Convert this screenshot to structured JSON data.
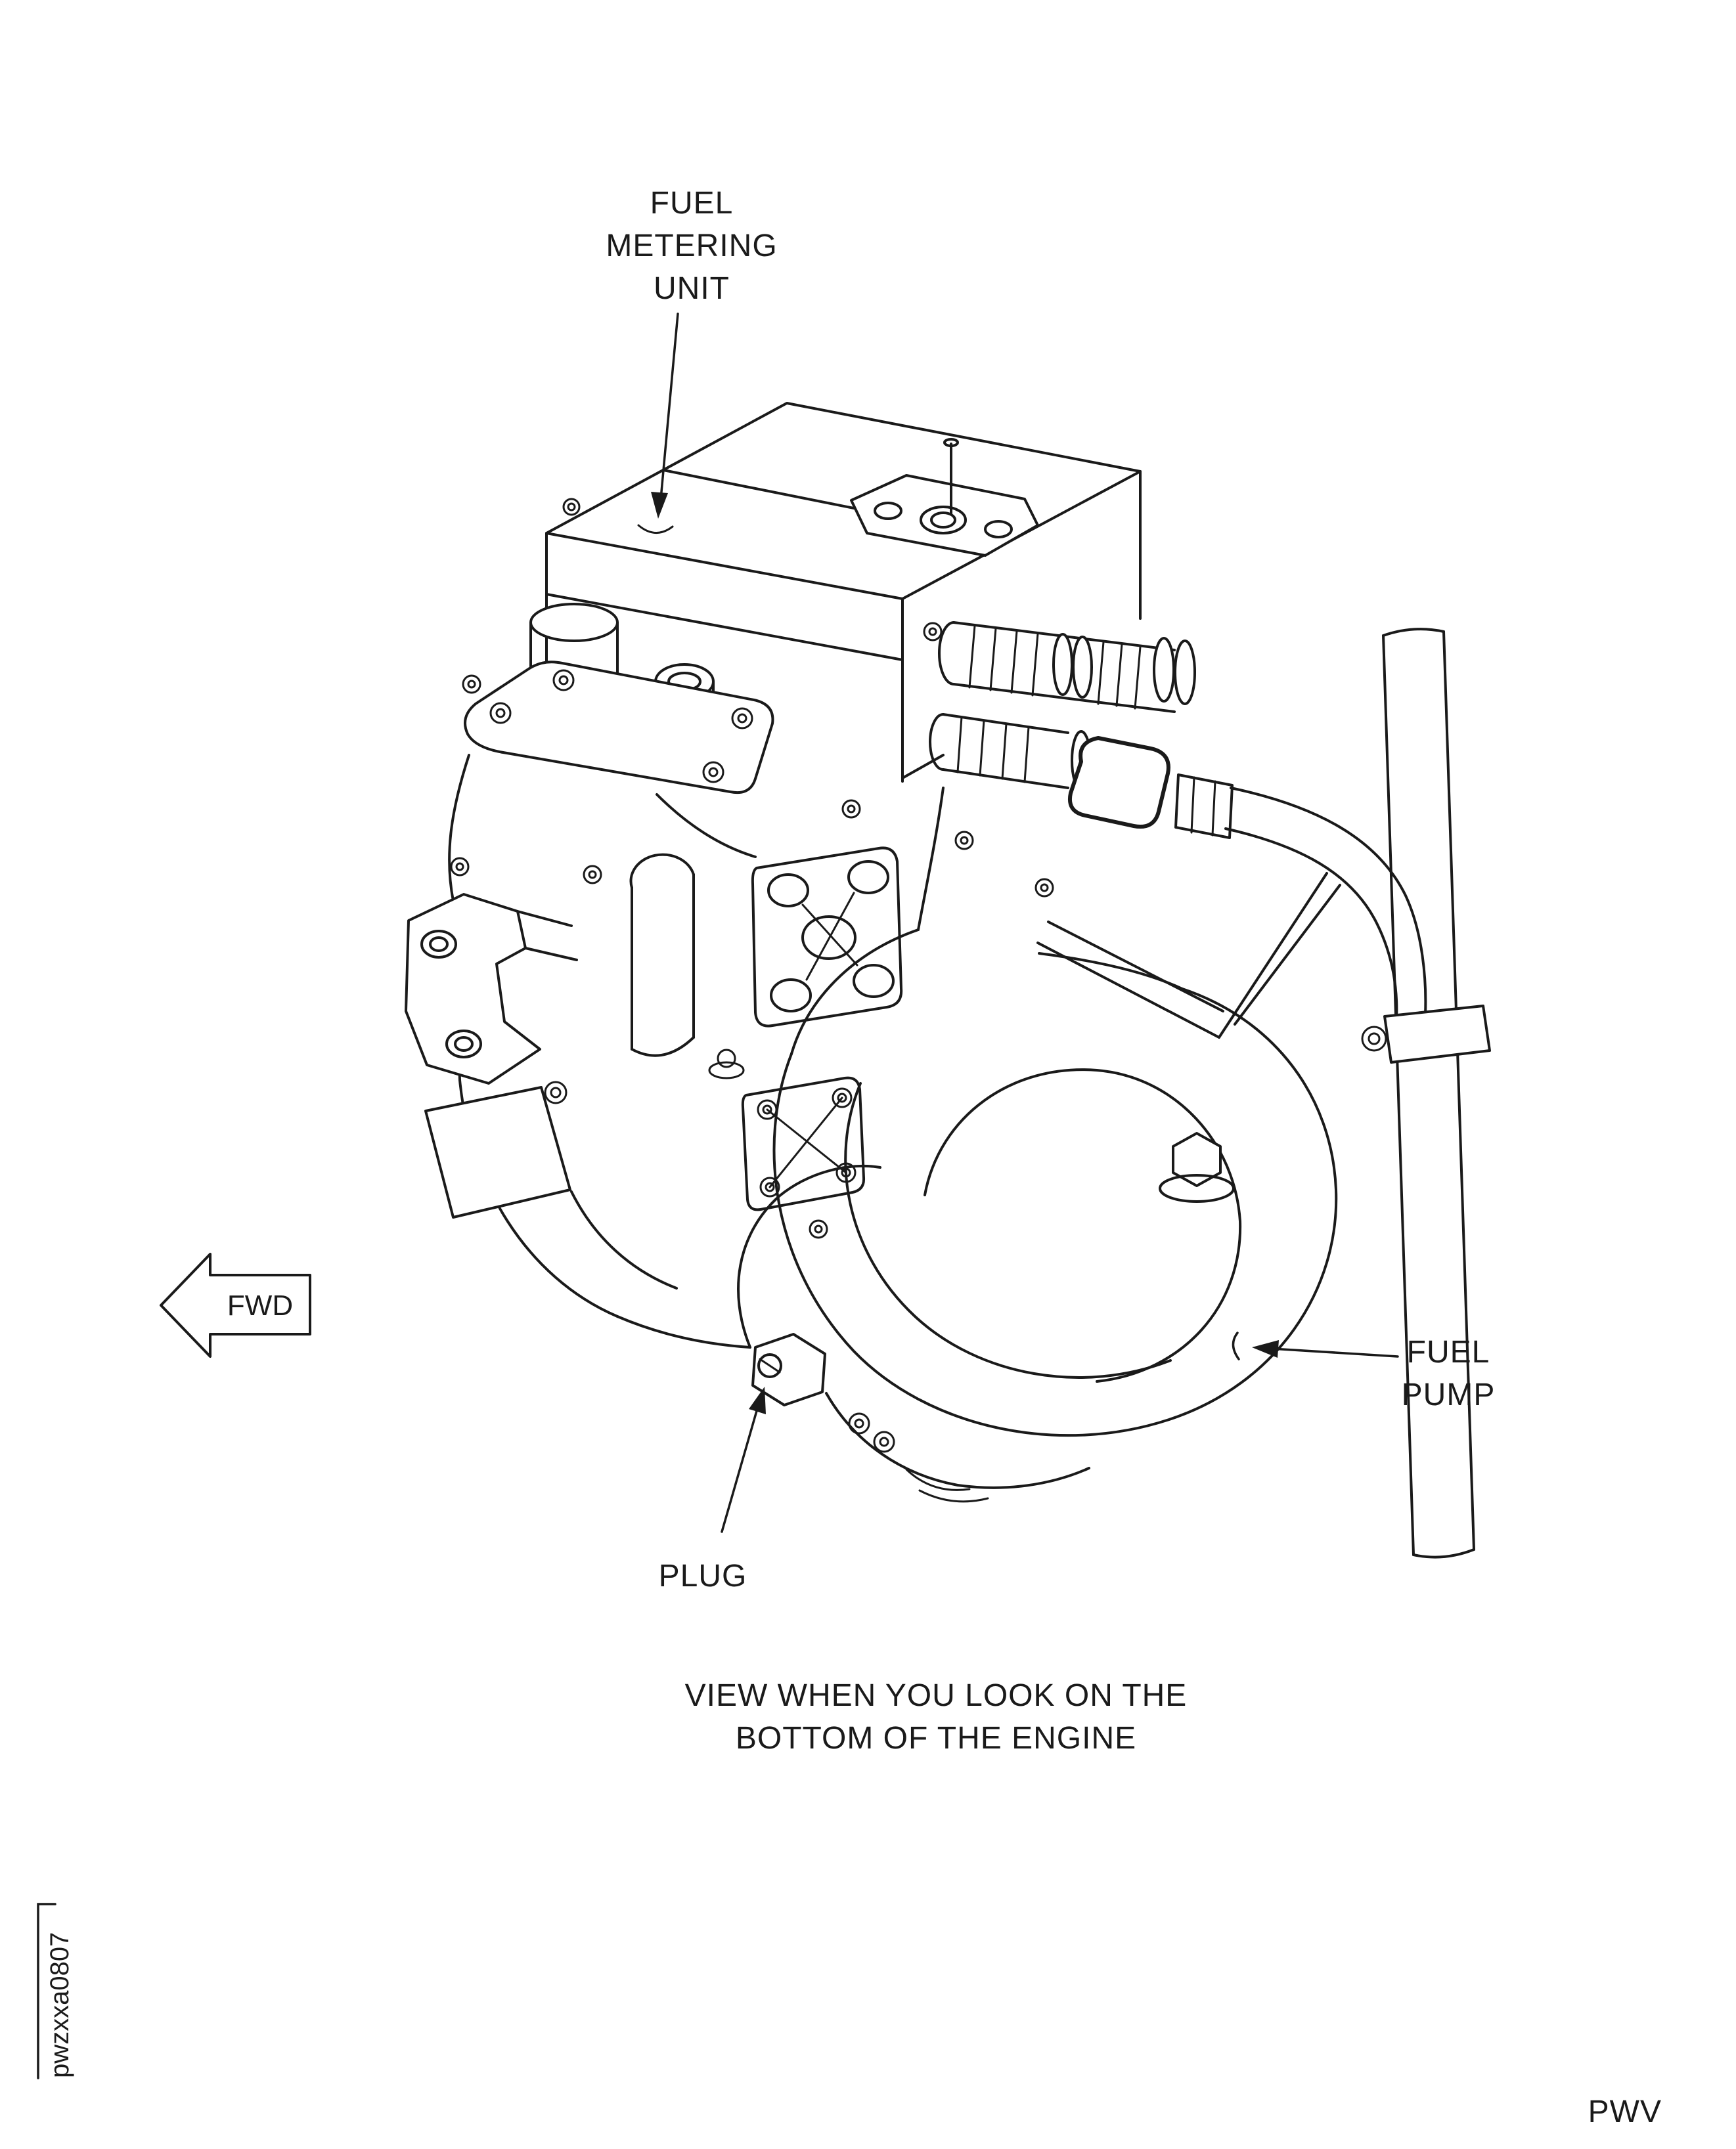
{
  "figure": {
    "caption_line1": "VIEW WHEN YOU LOOK ON THE",
    "caption_line2": "BOTTOM OF THE ENGINE",
    "figure_id": "pwzxxa0807",
    "page_code": "PWV"
  },
  "labels": {
    "fuel_metering_unit": [
      "FUEL",
      "METERING",
      "UNIT"
    ],
    "fwd": "FWD",
    "fuel_pump": [
      "FUEL",
      "PUMP"
    ],
    "plug": "PLUG"
  },
  "colors": {
    "ink": "#1a1a1a",
    "background": "#ffffff"
  }
}
